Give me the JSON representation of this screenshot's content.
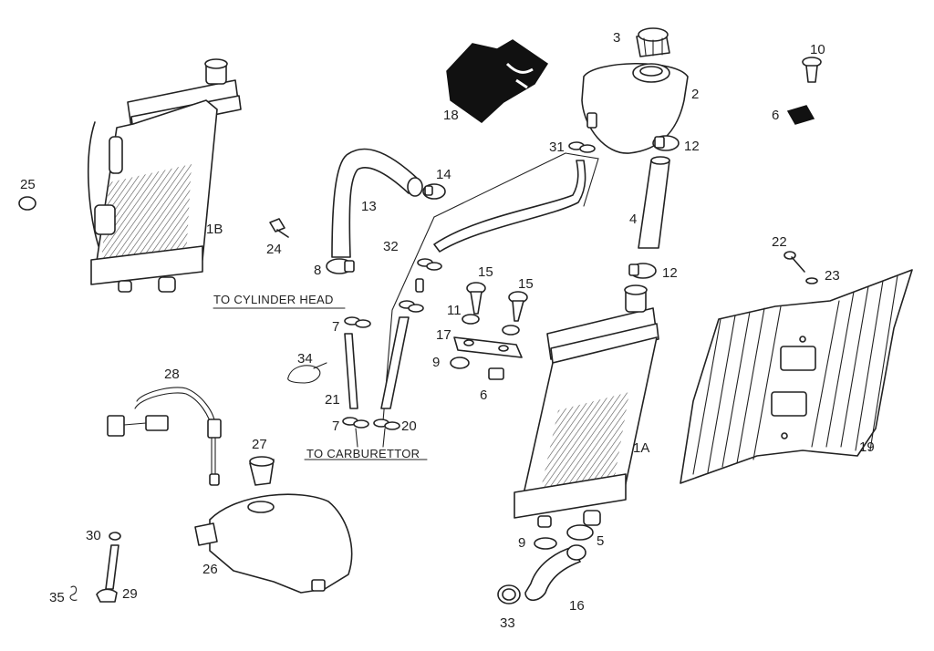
{
  "colors": {
    "line": "#222222",
    "dark_fill": "#111111",
    "background": "#ffffff"
  },
  "notes": {
    "cylinder_head": "TO CYLINDER HEAD",
    "carburettor": "TO CARBURETTOR"
  },
  "callouts": [
    "1A",
    "1B",
    "2",
    "3",
    "4",
    "5",
    "6",
    "6",
    "7",
    "7",
    "8",
    "9",
    "9",
    "10",
    "11",
    "12",
    "12",
    "13",
    "14",
    "15",
    "15",
    "16",
    "17",
    "18",
    "19",
    "20",
    "21",
    "22",
    "23",
    "24",
    "25",
    "26",
    "27",
    "28",
    "29",
    "30",
    "31",
    "32",
    "33",
    "34",
    "35"
  ],
  "parts": [
    "radiator-1a-icon",
    "radiator-1b-icon",
    "expansion-tank-icon",
    "tank-cap-icon",
    "hose-4-icon",
    "hose-13-icon",
    "hose-16-icon",
    "radiator-guard-icon",
    "oil-tank-icon",
    "wiring-sensor-icon",
    "tank-cover-icon"
  ]
}
